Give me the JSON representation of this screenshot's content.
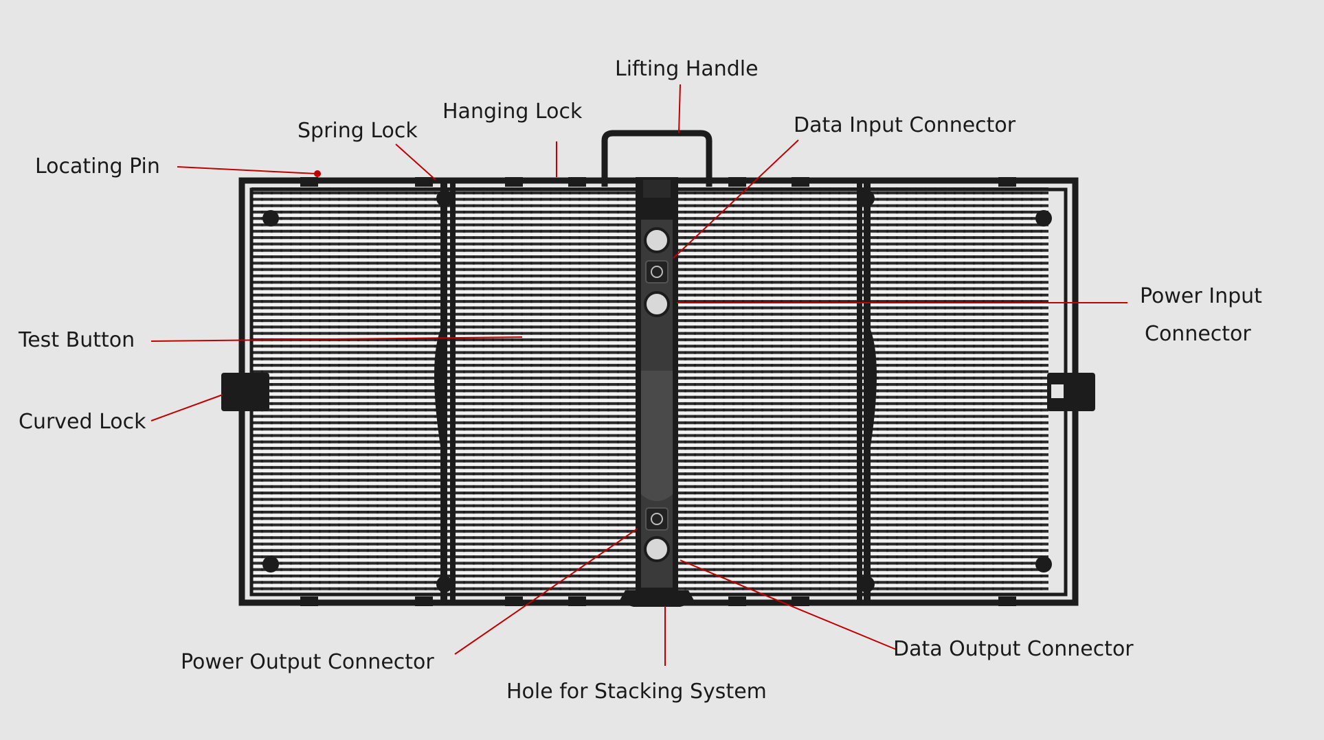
{
  "diagram": {
    "labels": {
      "lifting_handle": "Lifting Handle",
      "hanging_lock": "Hanging Lock",
      "spring_lock": "Spring Lock",
      "locating_pin": "Locating Pin",
      "data_input_connector": "Data Input Connector",
      "power_input_line1": "Power Input",
      "power_input_line2": "Connector",
      "test_button": "Test Button",
      "curved_lock": "Curved Lock",
      "power_output_connector": "Power Output Connector",
      "hole_for_stacking_system": "Hole for Stacking System",
      "data_output_connector": "Data Output Connector"
    },
    "leader_line_color": "#c00000",
    "frame_color": "#1c1c1c",
    "background_color": "#e6e6e6"
  }
}
